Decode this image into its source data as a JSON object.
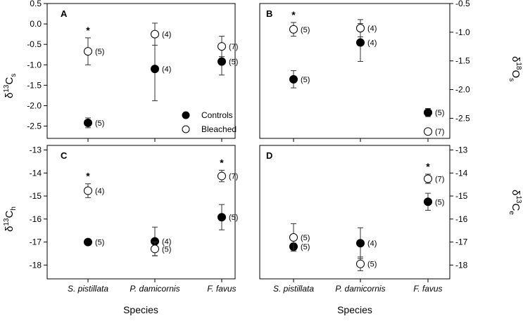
{
  "chart_data": [
    {
      "type": "scatter",
      "panel": "A",
      "ylabel": "δ13Cs",
      "ylim": [
        -2.8,
        0.5
      ],
      "yticks": [
        0.5,
        0.0,
        -0.5,
        -1.0,
        -1.5,
        -2.0,
        -2.5
      ],
      "ytick_labels": [
        "0.5",
        "0.0",
        "-0.5",
        "-1.0",
        "-1.5",
        "-2.0",
        "-2.5"
      ],
      "yaxis_side": "left",
      "categories": [
        "S. pistillata",
        "P. damicornis",
        "F. favus"
      ],
      "series": [
        {
          "name": "Controls",
          "filled": true,
          "values": [
            -2.42,
            -1.1,
            -0.92
          ],
          "errors": [
            0.12,
            0.78,
            0.33
          ],
          "n": [
            "(5)",
            "(4)",
            "(5)"
          ]
        },
        {
          "name": "Bleached",
          "filled": false,
          "values": [
            -0.67,
            -0.25,
            -0.55
          ],
          "errors": [
            0.33,
            0.27,
            0.25
          ],
          "n": [
            "(5)",
            "(4)",
            "(7)"
          ]
        }
      ],
      "significance": [
        0
      ]
    },
    {
      "type": "scatter",
      "panel": "B",
      "ylabel": "δ18Os",
      "ylim": [
        -2.85,
        -0.5
      ],
      "yticks": [
        -0.5,
        -1.0,
        -1.5,
        -2.0,
        -2.5
      ],
      "ytick_labels": [
        "-0.5",
        "-1.0",
        "-1.5",
        "-2.0",
        "-2.5"
      ],
      "yaxis_side": "right",
      "categories": [
        "S. pistillata",
        "P. damicornis",
        "F. favus"
      ],
      "series": [
        {
          "name": "Controls",
          "filled": true,
          "values": [
            -1.82,
            -1.18,
            -2.4
          ],
          "errors": [
            0.15,
            0.33,
            0.07
          ],
          "n": [
            "(5)",
            "(4)",
            "(5)"
          ]
        },
        {
          "name": "Bleached",
          "filled": false,
          "values": [
            -0.95,
            -0.93,
            -2.73
          ],
          "errors": [
            0.12,
            0.15,
            0.0
          ],
          "n": [
            "(5)",
            "(4)",
            "(7)"
          ]
        }
      ],
      "significance": [
        0
      ]
    },
    {
      "type": "scatter",
      "panel": "C",
      "ylabel": "δ13Ch",
      "ylim": [
        -18.6,
        -12.8
      ],
      "yticks": [
        -13,
        -14,
        -15,
        -16,
        -17,
        -18
      ],
      "ytick_labels": [
        "-13",
        "-14",
        "-15",
        "-16",
        "-17",
        "-18"
      ],
      "yaxis_side": "left",
      "categories": [
        "S. pistillata",
        "P. damicornis",
        "F. favus"
      ],
      "series": [
        {
          "name": "Controls",
          "filled": true,
          "values": [
            -17.0,
            -16.97,
            -15.92
          ],
          "errors": [
            0.0,
            0.62,
            0.55
          ],
          "n": [
            "(5)",
            "(4)",
            "(5)"
          ]
        },
        {
          "name": "Bleached",
          "filled": false,
          "values": [
            -14.77,
            -17.3,
            -14.13
          ],
          "errors": [
            0.3,
            0.3,
            0.25
          ],
          "n": [
            "(4)",
            "(5)",
            "(7)"
          ]
        }
      ],
      "significance": [
        0,
        2
      ]
    },
    {
      "type": "scatter",
      "panel": "D",
      "ylabel": "δ13Ce",
      "ylim": [
        -18.6,
        -12.8
      ],
      "yticks": [
        -13,
        -14,
        -15,
        -16,
        -17,
        -18
      ],
      "ytick_labels": [
        "-13",
        "-14",
        "-15",
        "-16",
        "-17",
        "-18"
      ],
      "yaxis_side": "right",
      "categories": [
        "S. pistillata",
        "P. damicornis",
        "F. favus"
      ],
      "series": [
        {
          "name": "Controls",
          "filled": true,
          "values": [
            -17.2,
            -17.05,
            -15.25
          ],
          "errors": [
            0.15,
            0.67,
            0.37
          ],
          "n": [
            "(5)",
            "(4)",
            "(5)"
          ]
        },
        {
          "name": "Bleached",
          "filled": false,
          "values": [
            -16.8,
            -17.95,
            -14.25
          ],
          "errors": [
            0.6,
            0.3,
            0.2
          ],
          "n": [
            "(5)",
            "(5)",
            "(7)"
          ]
        }
      ],
      "significance": [
        2
      ]
    }
  ],
  "legend": {
    "controls_label": "Controls",
    "bleached_label": "Bleached",
    "placement": "lower-right of panel A"
  },
  "xaxis": {
    "label": "Species",
    "categories": [
      "S. pistillata",
      "P. damicornis",
      "F. favus"
    ]
  },
  "significance_marker": "*"
}
